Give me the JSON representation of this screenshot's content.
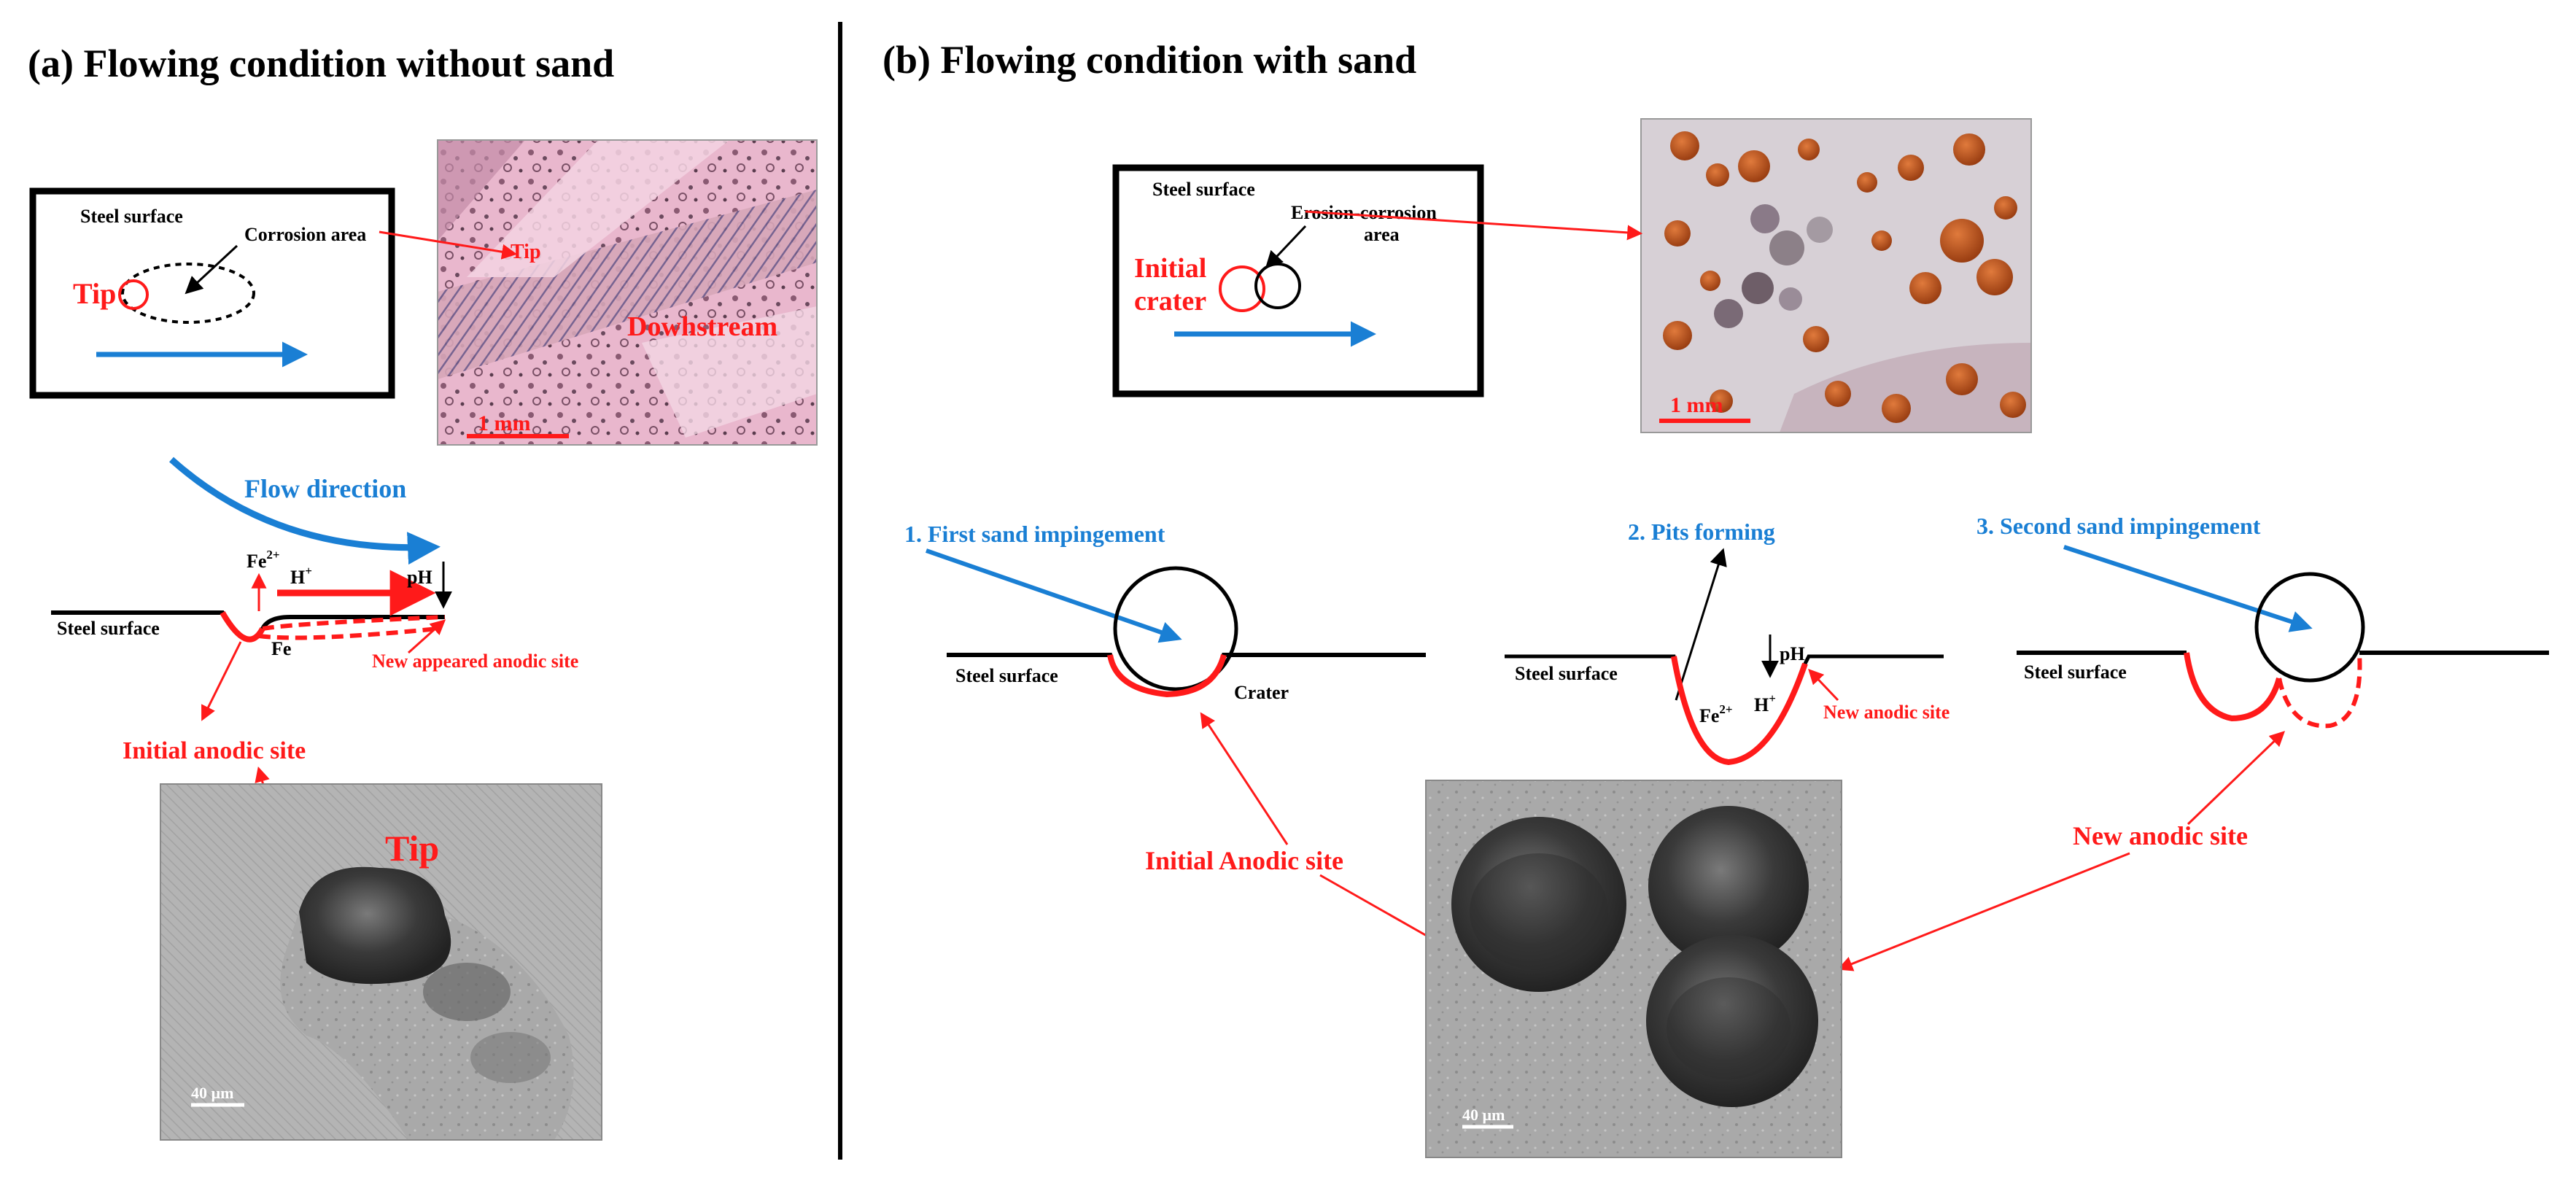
{
  "panel_a": {
    "title": "(a) Flowing condition without sand",
    "box": {
      "steel_surface": "Steel surface",
      "corrosion_area": "Corrosion area",
      "tip": "Tip"
    },
    "micrograph": {
      "tip_label": "Tip",
      "downstream_label": "Dowhstream",
      "scale": "1 mm"
    },
    "flow_direction": "Flow direction",
    "schematic": {
      "fe2_base": "Fe",
      "fe2_sup": "2+",
      "h_base": "H",
      "h_sup": "+",
      "ph": "pH",
      "steel_surface": "Steel surface",
      "fe": "Fe",
      "new_anodic": "New appeared anodic site",
      "initial_anodic": "Initial anodic site"
    },
    "sem": {
      "tip_label": "Tip",
      "scale": "40 µm"
    }
  },
  "panel_b": {
    "title": "(b) Flowing condition with sand",
    "box": {
      "steel_surface": "Steel surface",
      "erosion_line1": "Erosion-corrosion",
      "erosion_line2": "area",
      "initial_line1": "Initial",
      "initial_line2": "crater"
    },
    "micrograph": {
      "scale": "1 mm"
    },
    "step1": {
      "title": "1. First sand impingement",
      "steel_surface": "Steel surface",
      "crater": "Crater"
    },
    "step2": {
      "title": "2. Pits forming",
      "steel_surface": "Steel surface",
      "ph": "pH",
      "fe2_base": "Fe",
      "fe2_sup": "2+",
      "h_base": "H",
      "h_sup": "+",
      "new_anodic": "New anodic site"
    },
    "step3": {
      "title": "3. Second sand impingement",
      "steel_surface": "Steel surface"
    },
    "initial_anodic": "Initial Anodic site",
    "new_anodic": "New anodic site",
    "sem": {
      "scale": "40 µm"
    }
  },
  "colors": {
    "red": "#ff1a1a",
    "blue": "#1a7fd4",
    "black": "#000000"
  }
}
